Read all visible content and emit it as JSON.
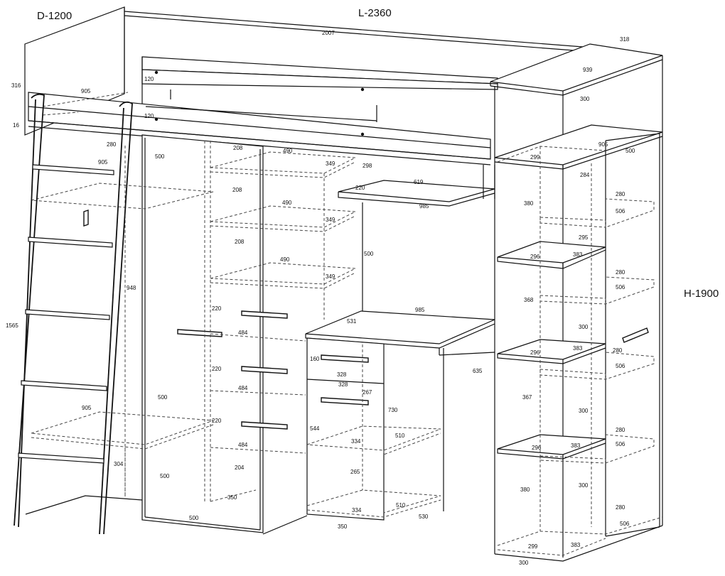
{
  "overall": {
    "depth": "D-1200",
    "length": "L-2360",
    "height": "H-1900"
  },
  "dimensions": {
    "d2007": "2007",
    "d318": "318",
    "d939": "939",
    "d316": "316",
    "d16": "16",
    "d905_top": "905",
    "d120_a": "120",
    "d120_b": "120",
    "d300_top": "300",
    "d905_right": "905",
    "d500_right": "500",
    "d299_top": "299",
    "d284": "284",
    "d280_r1": "280",
    "d506_r1": "506",
    "d380_a": "380",
    "d295": "295",
    "d296_a": "296",
    "d383_a": "383",
    "d280_r2": "280",
    "d506_r2": "506",
    "d368": "368",
    "d300_r2": "300",
    "d296_b": "296",
    "d383_b": "383",
    "d280_r3": "280",
    "d506_r3": "506",
    "d367": "367",
    "d300_r3": "300",
    "d280_r4": "280",
    "d506_r4": "506",
    "d296_c": "296",
    "d383_c": "383",
    "d380_b": "380",
    "d300_r4": "300",
    "d280_r5": "280",
    "d506_r5": "506",
    "d299_bot": "299",
    "d383_bot": "383",
    "d300_bot": "300",
    "d280_left": "280",
    "d905_left": "905",
    "d500_left": "500",
    "d208_a": "208",
    "d490_a": "490",
    "d349_a": "349",
    "d298": "298",
    "d208_b": "208",
    "d490_b": "490",
    "d349_b": "349",
    "d208_c": "208",
    "d490_c": "490",
    "d349_c": "349",
    "d220_desk": "220",
    "d619": "619",
    "d985_shelf": "985",
    "d500_mid": "500",
    "d948": "948",
    "d1565": "1565",
    "d220_d1": "220",
    "d484_d1": "484",
    "d220_d2": "220",
    "d484_d2": "484",
    "d220_d3": "220",
    "d484_d3": "484",
    "d204": "204",
    "d350_wd": "350",
    "d500_wbot": "500",
    "d500_bottom": "500",
    "d500_low": "500",
    "d905_low": "905",
    "d304": "304",
    "d985_desk": "985",
    "d531": "531",
    "d160": "160",
    "d328_a": "328",
    "d328_b": "328",
    "d267": "267",
    "d635": "635",
    "d730": "730",
    "d544": "544",
    "d334_a": "334",
    "d510_a": "510",
    "d265": "265",
    "d334_b": "334",
    "d510_b": "510",
    "d530": "530",
    "d350_bot": "350"
  }
}
